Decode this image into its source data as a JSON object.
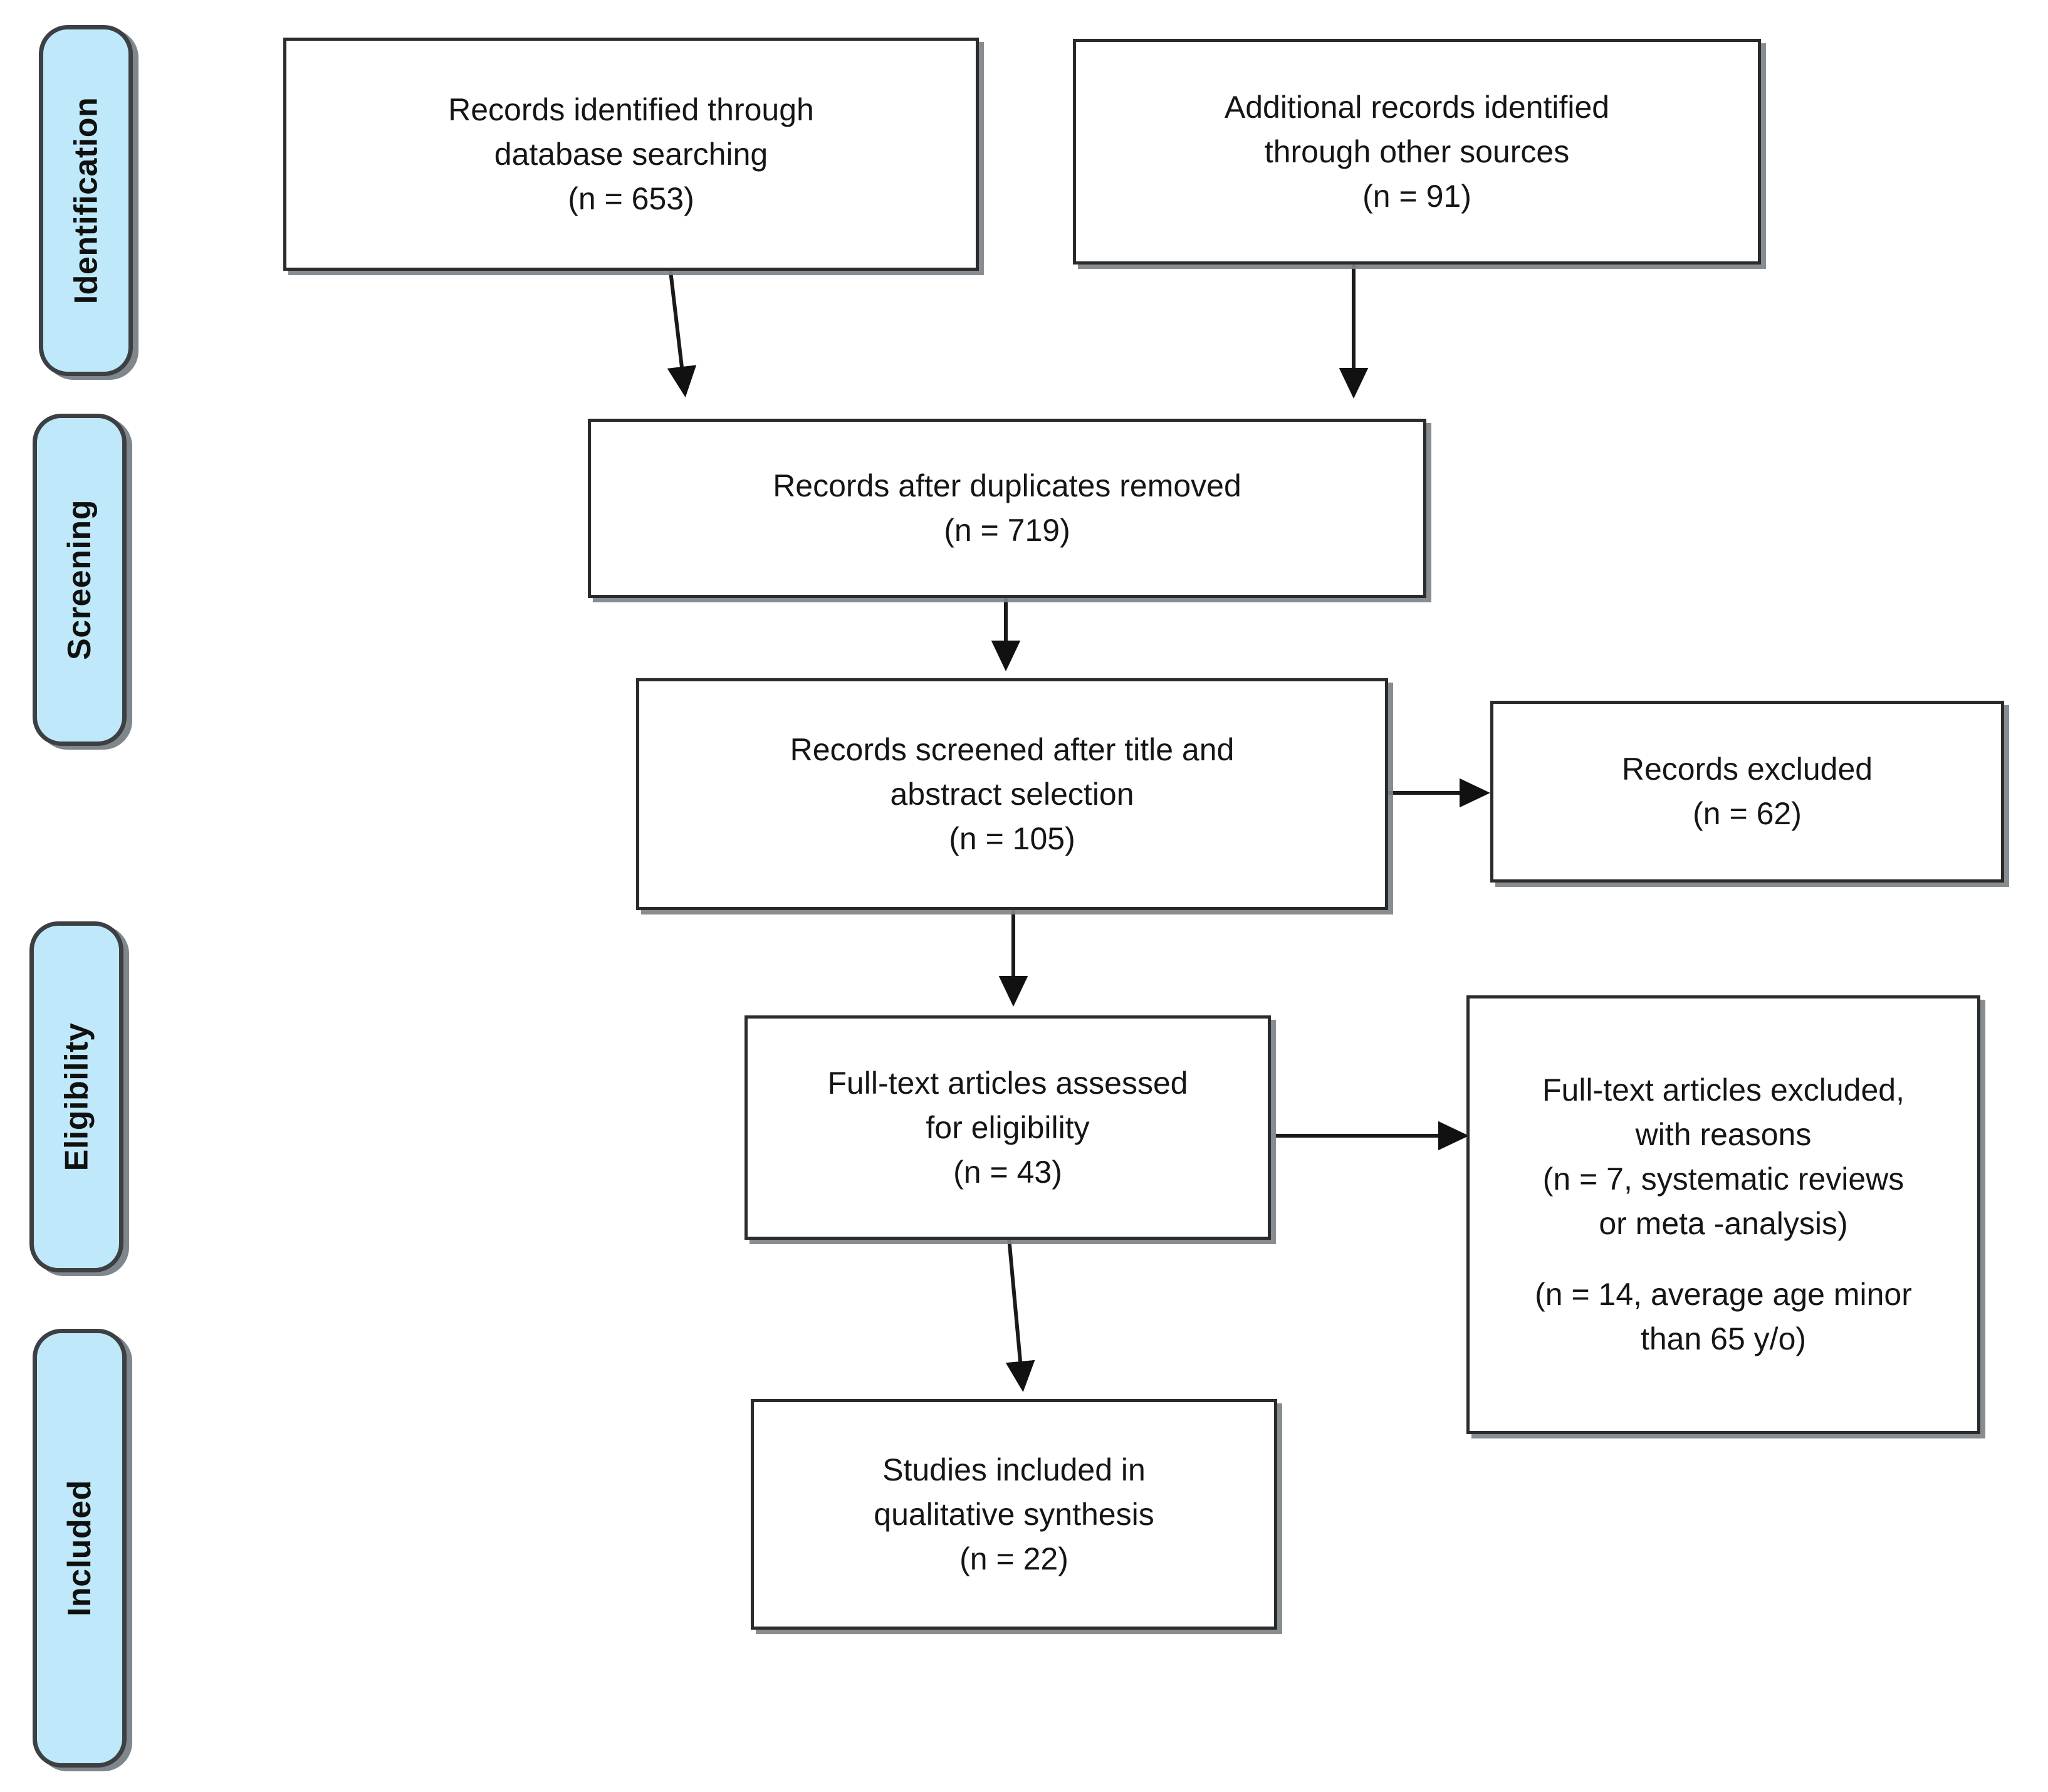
{
  "diagram": {
    "title": "PRISMA flow diagram",
    "accent_color": "#bfe9fb",
    "box_border_color": "#2b2b2b",
    "shadow_color": "#7d8388",
    "text_color": "#161515"
  },
  "stages": [
    {
      "label": "Identification",
      "name": "stage-identification"
    },
    {
      "label": "Screening",
      "name": "stage-screening"
    },
    {
      "label": "Eligibility",
      "name": "stage-eligibility"
    },
    {
      "label": "Included",
      "name": "stage-included"
    }
  ],
  "boxes": {
    "records_identified": {
      "lines": [
        "Records identified through",
        "database searching",
        "(n = 653)"
      ],
      "count": 653
    },
    "additional_records": {
      "lines": [
        "Additional records identified",
        "through other sources",
        "(n = 91)"
      ],
      "count": 91
    },
    "duplicates_removed": {
      "lines": [
        "Records after duplicates removed",
        "(n = 719)"
      ],
      "count": 719
    },
    "records_screened": {
      "lines": [
        "Records screened after title and",
        "abstract selection",
        "(n = 105)"
      ],
      "count": 105
    },
    "records_excluded": {
      "lines": [
        "Records excluded",
        "(n = 62)"
      ],
      "count": 62
    },
    "fulltext_assessed": {
      "lines": [
        "Full-text articles assessed",
        "for eligibility",
        "(n = 43)"
      ],
      "count": 43
    },
    "fulltext_excluded": {
      "lines": [
        "Full-text articles excluded,",
        "with reasons",
        "(n = 7, systematic reviews",
        "or meta -analysis)",
        "(n = 14, average age minor",
        "than 65 y/o)"
      ],
      "reason_1_count": 7,
      "reason_1_text": "systematic reviews or meta -analysis",
      "reason_2_count": 14,
      "reason_2_text": "average age minor than 65 y/o"
    },
    "studies_included": {
      "lines": [
        "Studies included in",
        "qualitative synthesis",
        "(n = 22)"
      ],
      "count": 22
    }
  }
}
